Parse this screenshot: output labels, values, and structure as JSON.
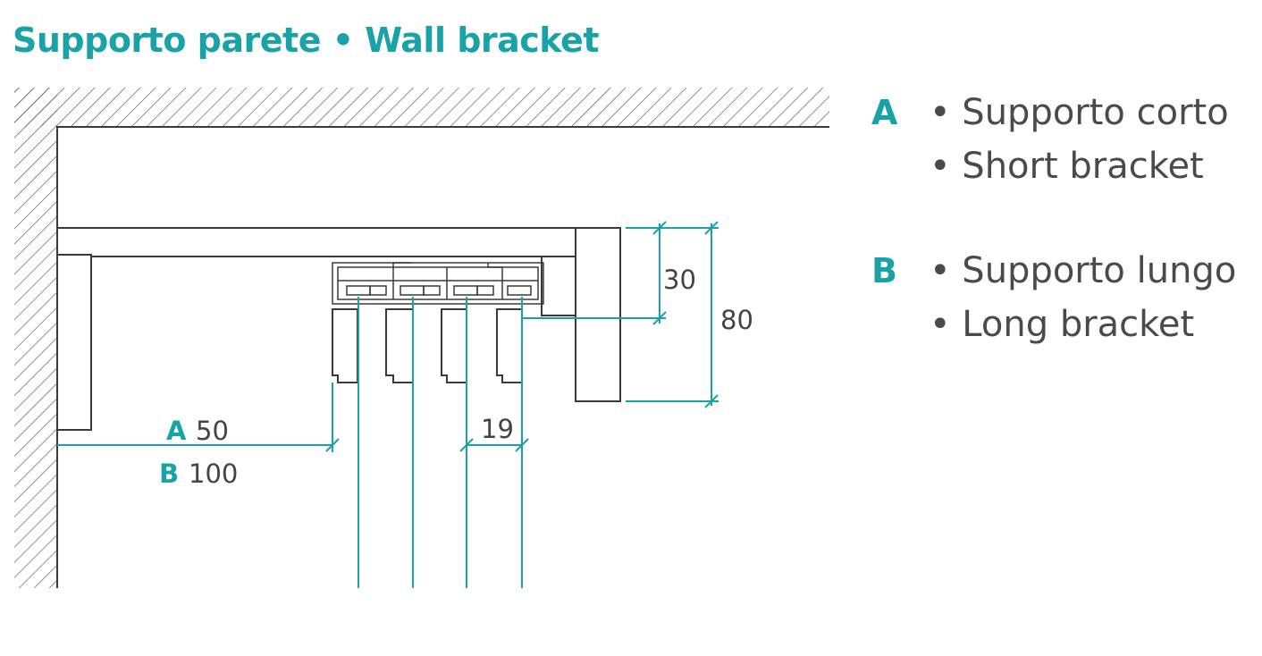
{
  "title": "Supporto parete • Wall bracket",
  "dimensions": {
    "a_letter": "A",
    "a_value": "50",
    "b_letter": "B",
    "b_value": "100",
    "spacing": "19",
    "track_height": "30",
    "bracket_height": "80"
  },
  "legend": [
    {
      "letter": "A",
      "line1": "• Supporto corto",
      "line2": "• Short bracket"
    },
    {
      "letter": "B",
      "line1": "• Supporto lungo",
      "line2": "• Long bracket"
    }
  ],
  "colors": {
    "accent": "#1aa3a6",
    "line": "#3a3a3a",
    "text": "#444444"
  }
}
